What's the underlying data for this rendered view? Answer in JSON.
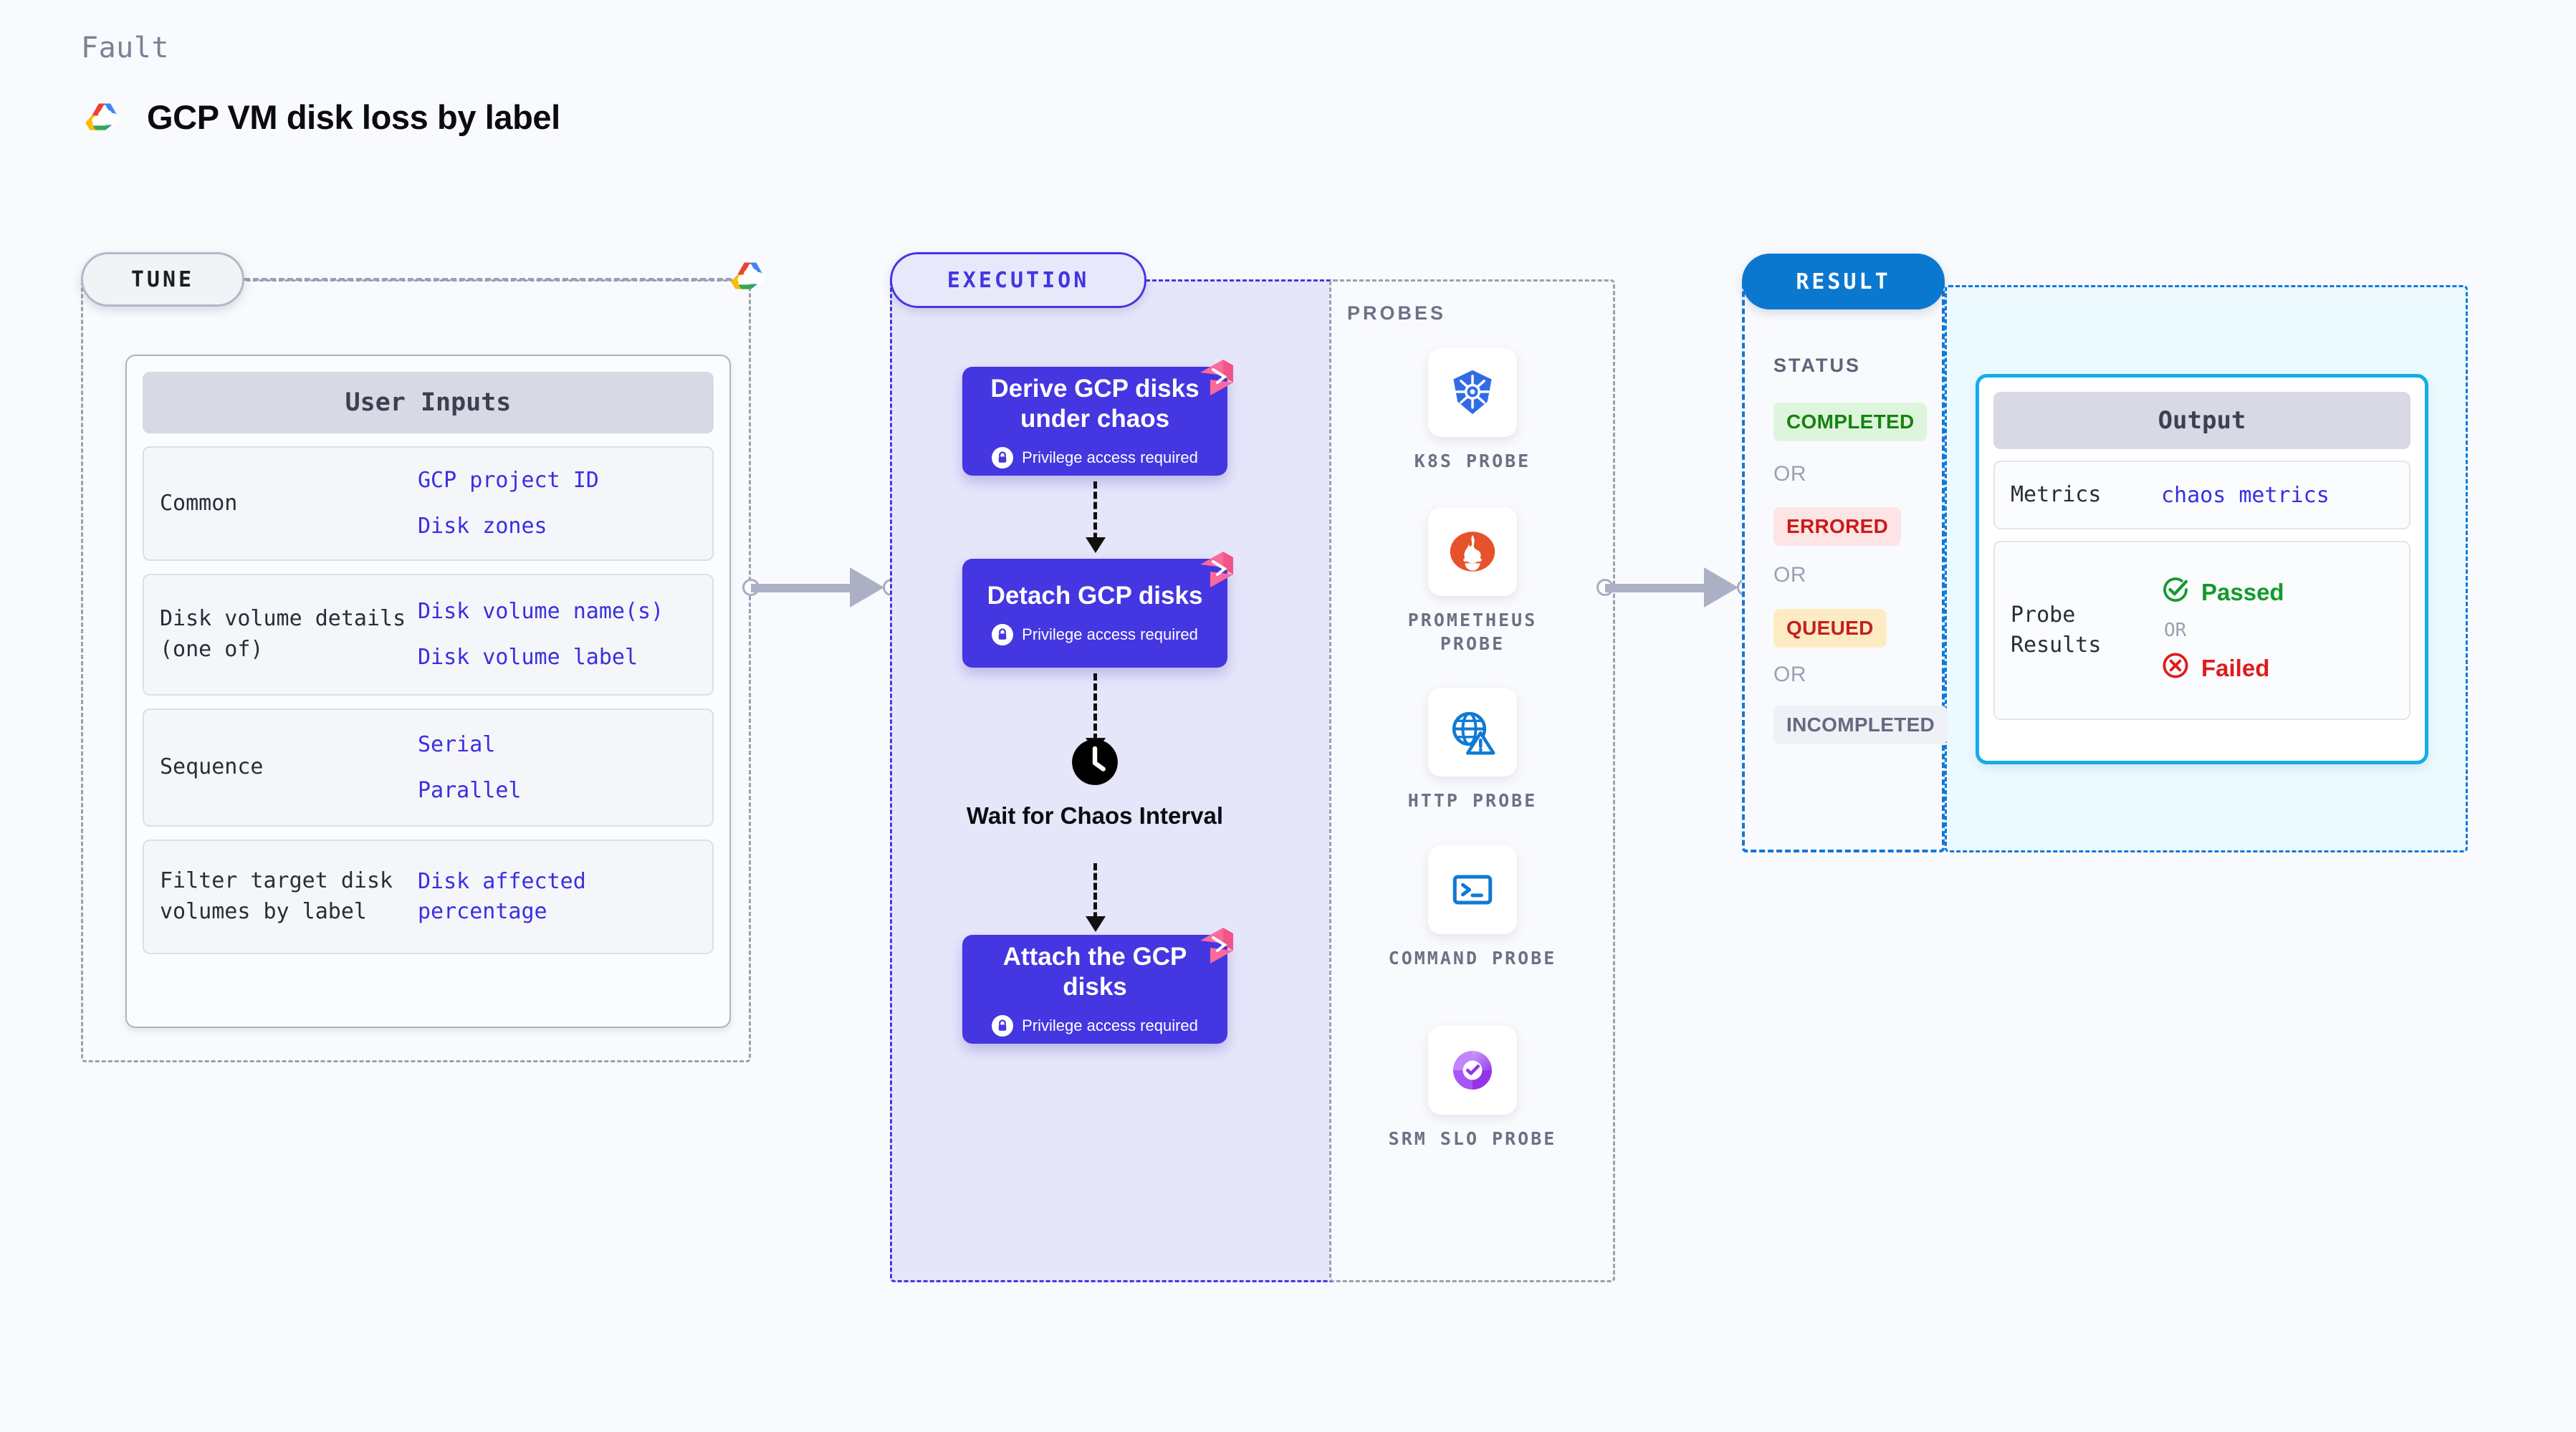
{
  "header": {
    "kicker": "Fault",
    "title": "GCP VM disk loss by label",
    "logo_icon": "gcp-cloud-logo"
  },
  "tune": {
    "badge": "TUNE",
    "logo_icon": "gcp-cloud-logo",
    "card": {
      "heading": "User Inputs",
      "rows": [
        {
          "key": "Common",
          "values": [
            "GCP project ID",
            "Disk zones"
          ]
        },
        {
          "key": "Disk volume details (one of)",
          "values": [
            "Disk volume name(s)",
            "Disk volume label"
          ]
        },
        {
          "key": "Sequence",
          "values": [
            "Serial",
            "Parallel"
          ]
        },
        {
          "key": "Filter target disk volumes by label",
          "values": [
            "Disk affected percentage"
          ]
        }
      ]
    }
  },
  "execution": {
    "badge": "EXECUTION",
    "steps": [
      {
        "title": "Derive GCP disks under chaos",
        "sub": "Privilege access required",
        "icon": "lock-icon",
        "corner_icon": "chaos-corner-icon"
      },
      {
        "title": "Detach GCP disks",
        "sub": "Privilege access required",
        "icon": "lock-icon",
        "corner_icon": "chaos-corner-icon"
      },
      {
        "title": "Attach the GCP disks",
        "sub": "Privilege access required",
        "icon": "lock-icon",
        "corner_icon": "chaos-corner-icon"
      }
    ],
    "wait_node": {
      "label": "Wait for Chaos Interval",
      "icon": "clock-icon"
    }
  },
  "probes": {
    "title": "PROBES",
    "items": [
      {
        "label": "K8S PROBE",
        "icon": "kubernetes-icon"
      },
      {
        "label": "PROMETHEUS PROBE",
        "icon": "prometheus-icon"
      },
      {
        "label": "HTTP PROBE",
        "icon": "globe-warning-icon"
      },
      {
        "label": "COMMAND PROBE",
        "icon": "terminal-icon"
      },
      {
        "label": "SRM SLO PROBE",
        "icon": "srm-slo-icon"
      }
    ]
  },
  "result": {
    "badge": "RESULT",
    "status_title": "STATUS",
    "or_label": "OR",
    "statuses": [
      {
        "label": "COMPLETED",
        "bg": "#ddf5dd",
        "fg": "#17820f"
      },
      {
        "label": "ERRORED",
        "bg": "#fde5e5",
        "fg": "#cc1a1a"
      },
      {
        "label": "QUEUED",
        "bg": "#fdecc3",
        "fg": "#c22121"
      },
      {
        "label": "INCOMPLETED",
        "bg": "#eff1f6",
        "fg": "#636a80"
      }
    ]
  },
  "output": {
    "heading": "Output",
    "metrics_key": "Metrics",
    "metrics_value": "chaos metrics",
    "probe_results_key": "Probe Results",
    "or_label": "OR",
    "passed_label": "Passed",
    "failed_label": "Failed",
    "passed_icon": "check-circle-icon",
    "failed_icon": "x-circle-icon"
  },
  "colors": {
    "background": "#f9fafd",
    "execution_accent": "#4436e0",
    "result_accent": "#0b78d0",
    "output_accent": "#13adea",
    "tune_accent": "#9aa0b0",
    "chaos_pink": "#f96a9b",
    "link_blue": "#3a2fe0"
  }
}
